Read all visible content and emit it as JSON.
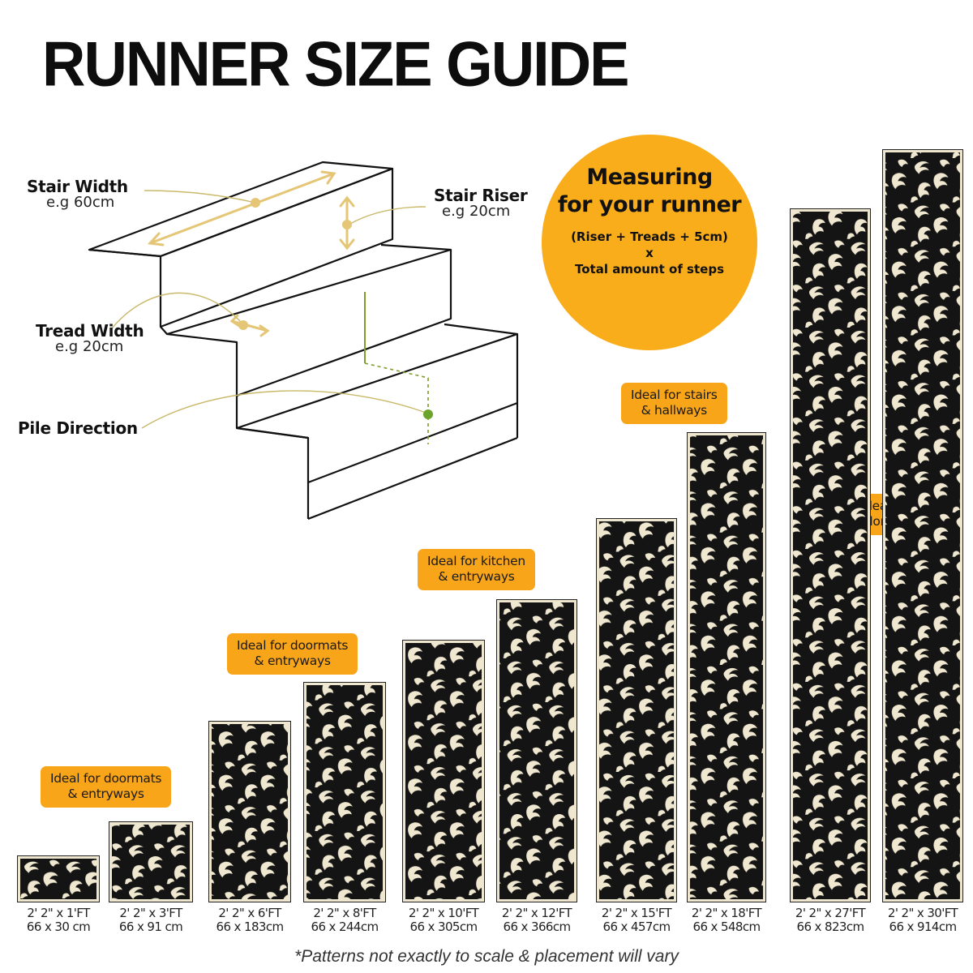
{
  "title": "RUNNER SIZE GUIDE",
  "diagram": {
    "stair_width": {
      "label": "Stair Width",
      "example": "e.g 60cm"
    },
    "stair_riser": {
      "label": "Stair Riser",
      "example": "e.g 20cm"
    },
    "tread_width": {
      "label": "Tread Width",
      "example": "e.g 20cm"
    },
    "pile_direction": {
      "label": "Pile Direction"
    },
    "colors": {
      "line": "#111111",
      "marker": "#e4c676",
      "pile_marker": "#6aa42a",
      "guide": "#c9b96a"
    }
  },
  "measuring": {
    "heading_line1": "Measuring",
    "heading_line2": "for your runner",
    "formula_line1": "(Riser + Treads + 5cm)",
    "formula_line2": "x",
    "formula_line3": "Total amount of steps",
    "color": "#f9ad1b"
  },
  "badges": [
    {
      "line1": "Ideal for doormats",
      "line2": "& entryways"
    },
    {
      "line1": "Ideal for doormats",
      "line2": "& entryways"
    },
    {
      "line1": "Ideal for kitchen",
      "line2": "& entryways"
    },
    {
      "line1": "Ideal for stairs",
      "line2": "& hallways"
    },
    {
      "line1": "Ideal for stairs",
      "line2": "& long hallways"
    }
  ],
  "runners": [
    {
      "imperial": "2' 2\" x 1'FT",
      "metric": "66 x 30 cm",
      "length_cm": 30
    },
    {
      "imperial": "2' 2\" x 3'FT",
      "metric": "66 x 91 cm",
      "length_cm": 91
    },
    {
      "imperial": "2' 2\" x 6'FT",
      "metric": "66 x 183cm",
      "length_cm": 183
    },
    {
      "imperial": "2' 2\" x 8'FT",
      "metric": "66 x 244cm",
      "length_cm": 244
    },
    {
      "imperial": "2' 2\" x 10'FT",
      "metric": "66 x 305cm",
      "length_cm": 305
    },
    {
      "imperial": "2' 2\" x 12'FT",
      "metric": "66 x 366cm",
      "length_cm": 366
    },
    {
      "imperial": "2' 2\" x 15'FT",
      "metric": "66 x 457cm",
      "length_cm": 457
    },
    {
      "imperial": "2' 2\" x 18'FT",
      "metric": "66 x 548cm",
      "length_cm": 548
    },
    {
      "imperial": "2' 2\" x 27'FT",
      "metric": "66 x 823cm",
      "length_cm": 823
    },
    {
      "imperial": "2' 2\" x 30'FT",
      "metric": "66 x 914cm",
      "length_cm": 914
    }
  ],
  "rug_colors": {
    "background": "#141414",
    "pattern": "#efe7cf"
  },
  "footnote": "*Patterns not exactly to scale & placement will vary"
}
